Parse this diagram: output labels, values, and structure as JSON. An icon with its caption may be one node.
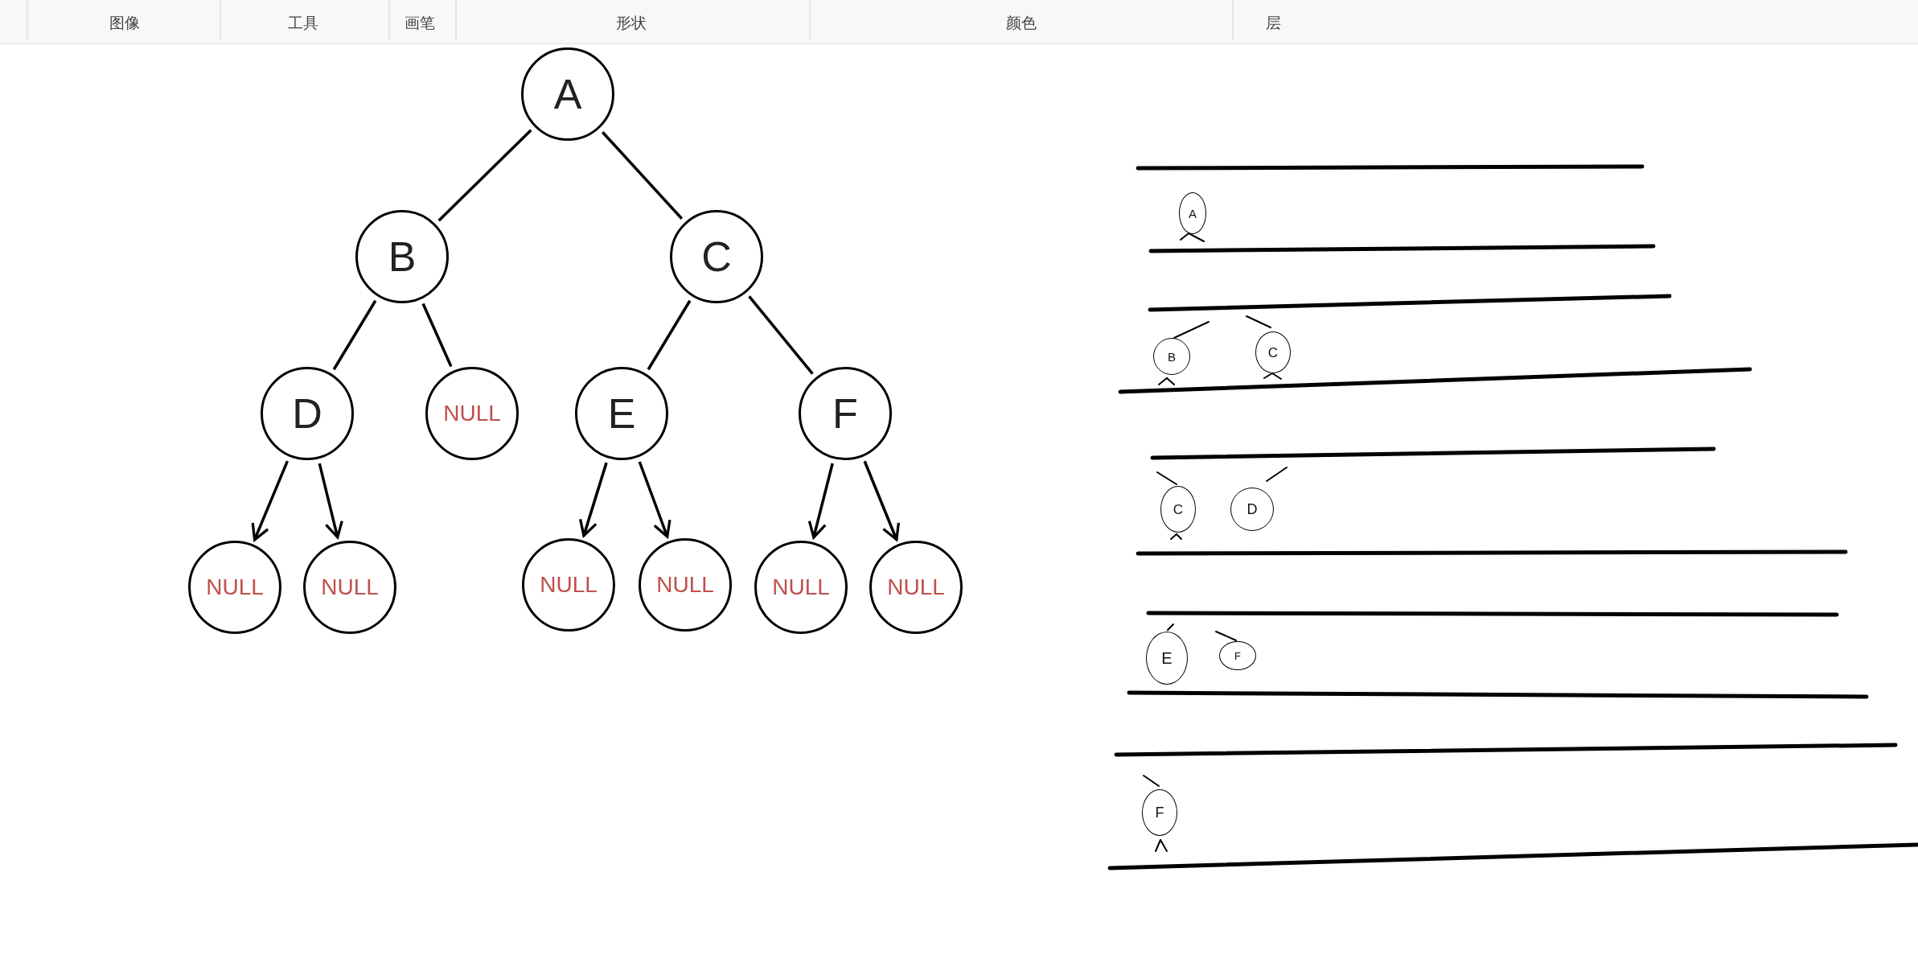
{
  "diagram": {
    "nodes": [
      {
        "text": [
          "A"
        ]
      },
      {
        "text": [
          "B"
        ]
      },
      {
        "text": [
          "C"
        ]
      },
      {
        "text": [
          "D"
        ]
      },
      {
        "text": [
          "NULL"
        ]
      },
      {
        "text": [
          "E"
        ]
      },
      {
        "text": [
          "F"
        ]
      },
      {
        "text": [
          "NULL"
        ]
      },
      {
        "text": [
          "NULL"
        ]
      },
      {
        "text": [
          "NULL"
        ]
      },
      {
        "text": [
          "NULL"
        ]
      },
      {
        "text": [
          "NULL"
        ]
      },
      {
        "text": [
          "NULL"
        ]
      },
      {
        "text": [
          "A"
        ]
      },
      {
        "text": [
          "B"
        ]
      },
      {
        "text": [
          "C"
        ]
      },
      {
        "text": [
          "C"
        ]
      },
      {
        "text": [
          "D"
        ]
      },
      {
        "text": [
          "E"
        ]
      },
      {
        "text": [
          "F"
        ]
      },
      {
        "text": [
          "F"
        ]
      }
    ],
    "edges": [
      {
        "from": 0,
        "to": 1,
        "arrow": "none"
      },
      {
        "from": 0,
        "to": 2,
        "arrow": "none"
      },
      {
        "from": 1,
        "to": 3,
        "arrow": "none"
      },
      {
        "from": 1,
        "to": 4,
        "arrow": "none"
      },
      {
        "from": 2,
        "to": 5,
        "arrow": "none"
      },
      {
        "from": 2,
        "to": 6,
        "arrow": "none"
      },
      {
        "from": 3,
        "to": 7,
        "arrow": "to"
      },
      {
        "from": 3,
        "to": 8,
        "arrow": "to"
      },
      {
        "from": 5,
        "to": 9,
        "arrow": "to"
      },
      {
        "from": 5,
        "to": 10,
        "arrow": "to"
      },
      {
        "from": 6,
        "to": 11,
        "arrow": "to"
      },
      {
        "from": 6,
        "to": 12,
        "arrow": "to"
      }
    ],
    "labels": [
      "图像",
      "工具",
      "画笔",
      "形状",
      "颜色",
      "层"
    ]
  }
}
